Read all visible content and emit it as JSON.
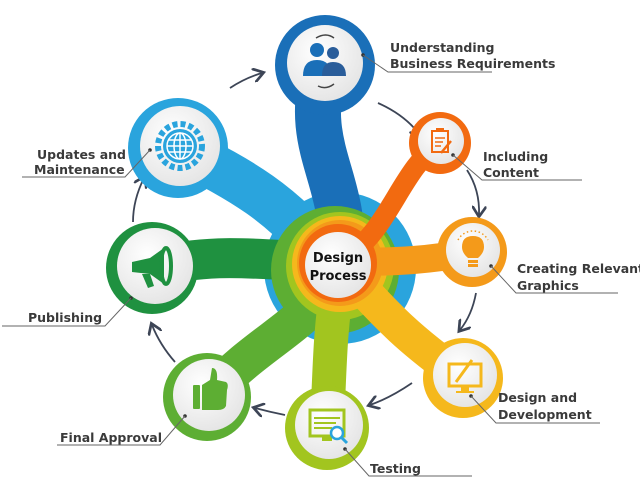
{
  "center": {
    "line1": "Design",
    "line2": "Process"
  },
  "steps": [
    {
      "line1": "Understanding",
      "line2": "Business Requirements",
      "icon": "users-sync-icon",
      "color": "#1a6fb8"
    },
    {
      "line1": "Including",
      "line2": "Content",
      "icon": "clipboard-pencil-icon",
      "color": "#f26a10"
    },
    {
      "line1": "Creating Relevant",
      "line2": "Graphics",
      "icon": "lightbulb-icon",
      "color": "#f49a1a"
    },
    {
      "line1": "Design and",
      "line2": "Development",
      "icon": "monitor-pen-icon",
      "color": "#f5b81c"
    },
    {
      "line1": "Testing",
      "line2": "",
      "icon": "screen-magnifier-icon",
      "color": "#a2c51f"
    },
    {
      "line1": "Final Approval",
      "line2": "",
      "icon": "thumbs-up-icon",
      "color": "#5dae33"
    },
    {
      "line1": "Publishing",
      "line2": "",
      "icon": "megaphone-icon",
      "color": "#1f9140"
    },
    {
      "line1": "Updates and",
      "line2": "Maintenance",
      "icon": "globe-gear-icon",
      "color": "#2aa4dd"
    }
  ]
}
